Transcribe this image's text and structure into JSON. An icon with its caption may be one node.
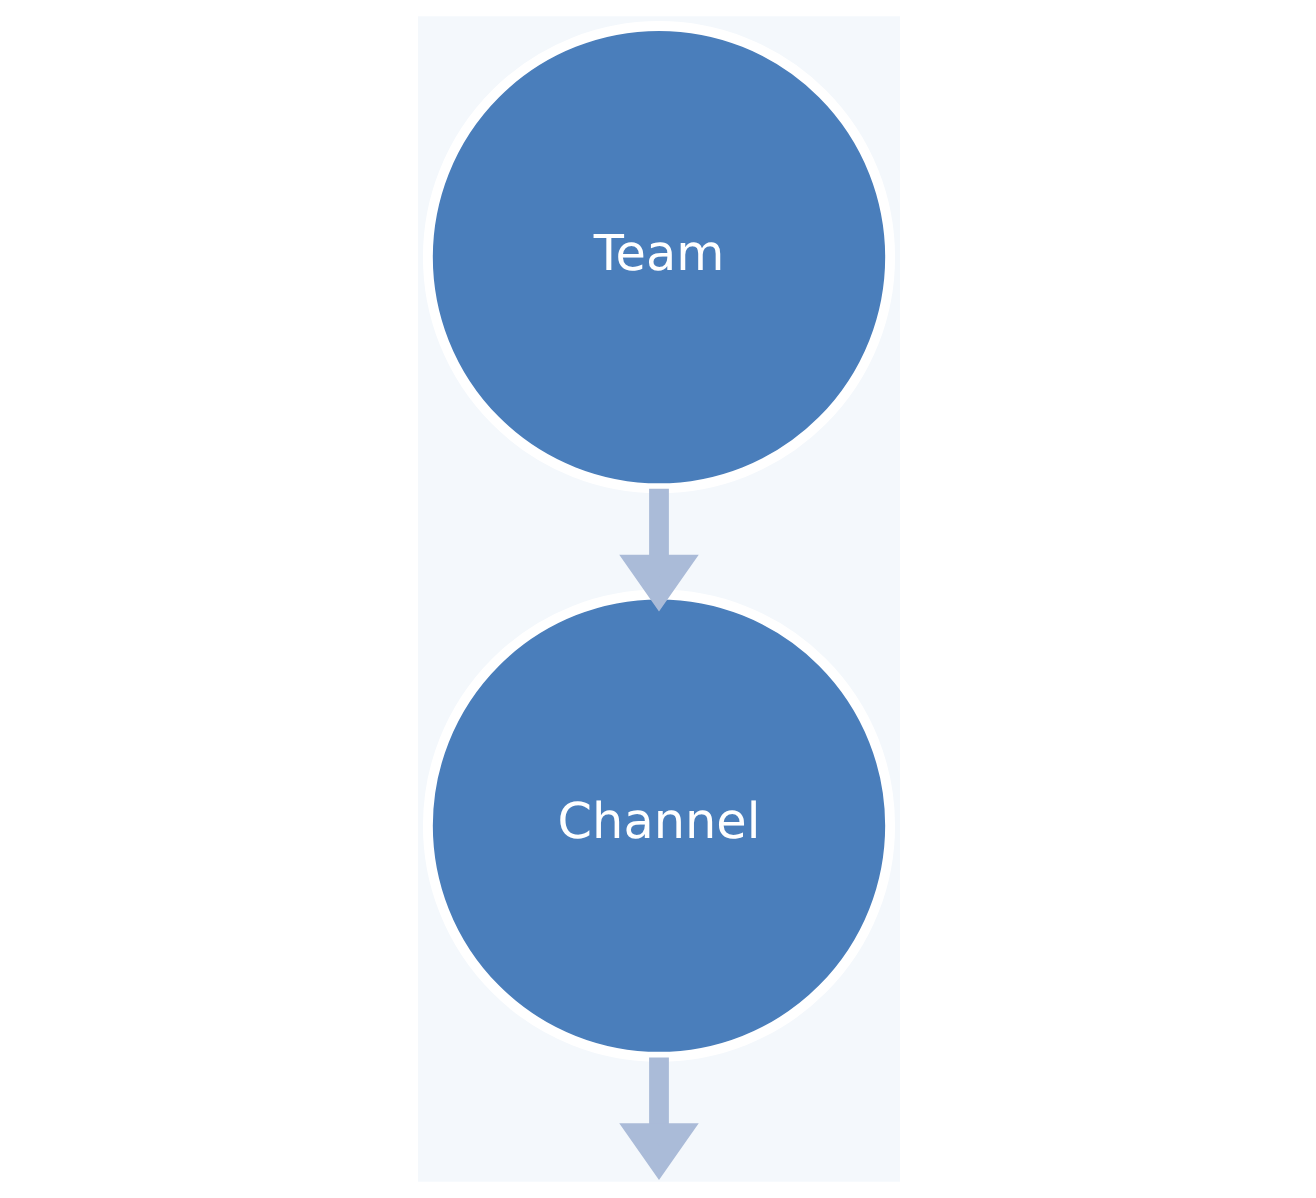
{
  "diagram": {
    "nodes": [
      {
        "text": [
          "Team"
        ]
      },
      {
        "text": [
          "Channel"
        ]
      }
    ],
    "edges": [
      {
        "from": 0,
        "to": 1,
        "arrow": "to"
      },
      {
        "from": 1,
        "to": null,
        "arrow": "to"
      }
    ]
  }
}
